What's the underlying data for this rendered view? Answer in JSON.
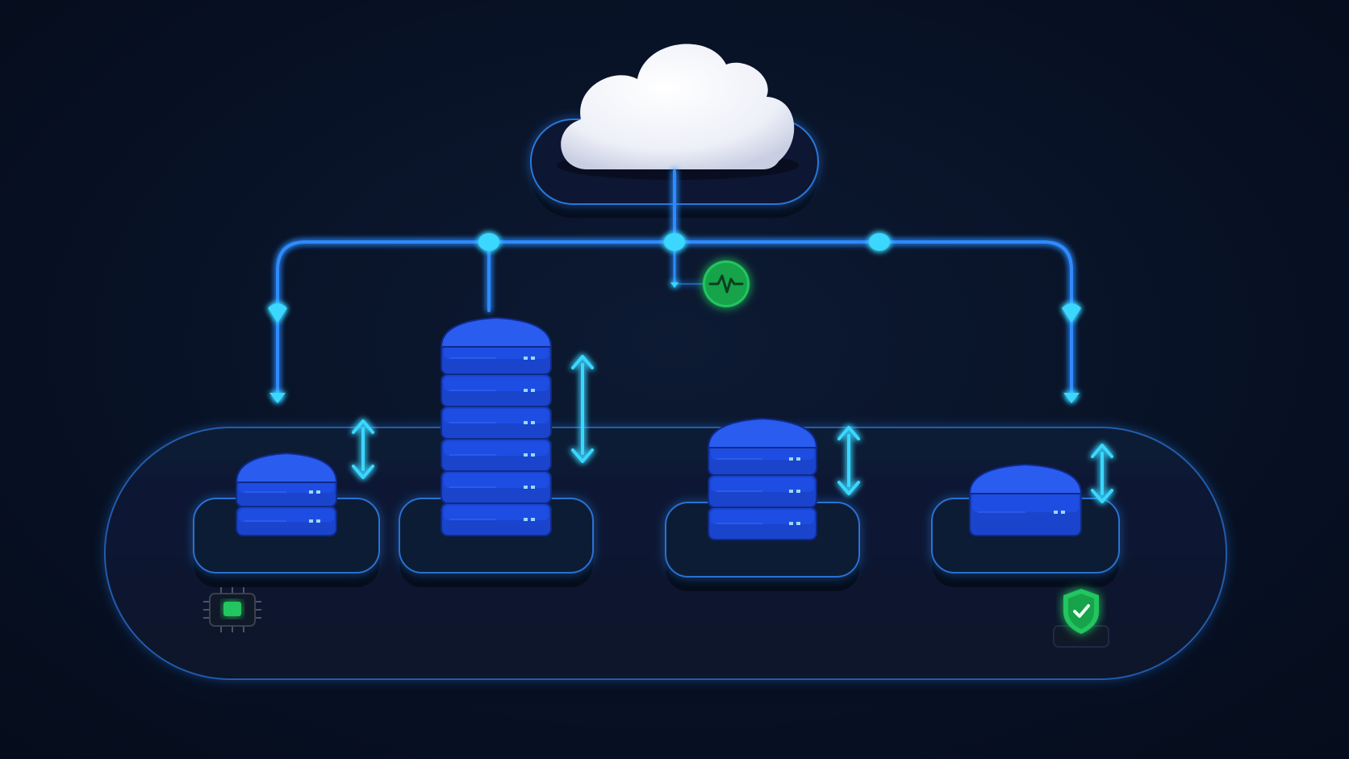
{
  "colors": {
    "background": "#081226",
    "platform": "#0b1730",
    "glow_line": "#2f8bff",
    "connector_node": "#3ad7ff",
    "server_blue": "#1f4fe6",
    "server_led": "#9ad8ff",
    "status_green": "#22c55e",
    "cloud": "#f2f4fb"
  },
  "icons": {
    "cloud": "cloud-icon",
    "monitor": "heartbeat-monitor-icon",
    "chip": "cpu-chip-icon",
    "shield": "shield-check-icon",
    "scale": "vertical-scale-arrow-icon"
  },
  "clusters": [
    {
      "units": 2
    },
    {
      "units": 6
    },
    {
      "units": 3
    },
    {
      "units": 1
    }
  ]
}
